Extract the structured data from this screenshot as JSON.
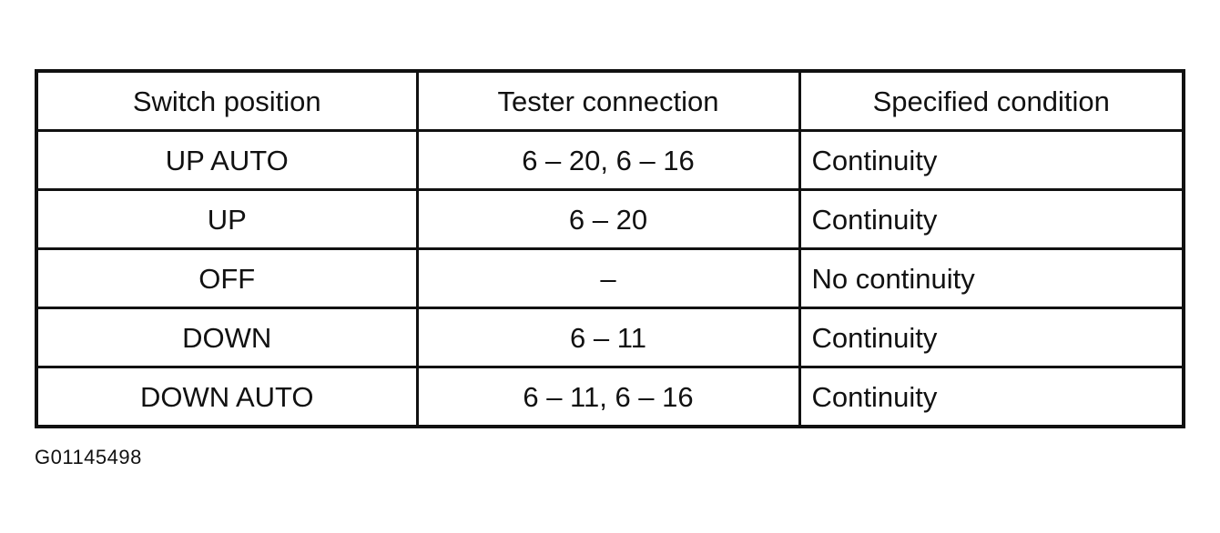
{
  "table": {
    "headers": [
      "Switch position",
      "Tester connection",
      "Specified condition"
    ],
    "rows": [
      [
        "UP AUTO",
        "6 – 20, 6 – 16",
        "Continuity"
      ],
      [
        "UP",
        "6 – 20",
        "Continuity"
      ],
      [
        "OFF",
        "–",
        "No continuity"
      ],
      [
        "DOWN",
        "6 – 11",
        "Continuity"
      ],
      [
        "DOWN AUTO",
        "6 – 11, 6 – 16",
        "Continuity"
      ]
    ]
  },
  "figure_code": "G01145498"
}
